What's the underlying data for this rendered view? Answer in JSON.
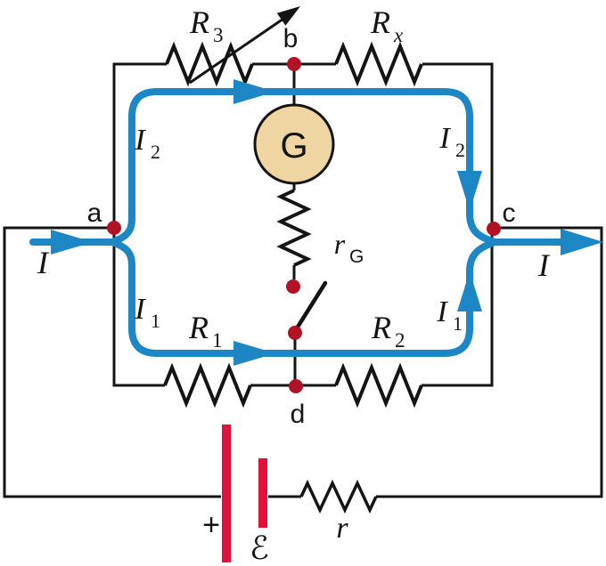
{
  "figure": {
    "title": "Wheatstone bridge circuit diagram",
    "background": "#ffffff"
  },
  "colors": {
    "wire": "#141414",
    "current_path": "#1d86c4",
    "node_dot": "#b21226",
    "battery_plate": "#e3113a",
    "galvanometer_fill": "#efd5a1",
    "label_text": "#141414"
  },
  "labels": {
    "resistors": {
      "r3": {
        "base": "R",
        "sub": "3"
      },
      "rx": {
        "base": "R",
        "sub": "x"
      },
      "r1": {
        "base": "R",
        "sub": "1"
      },
      "r2": {
        "base": "R",
        "sub": "2"
      },
      "r_g": {
        "base": "r",
        "sub": "G"
      },
      "r_internal": "r"
    },
    "currents": {
      "total_in": "I",
      "total_out": "I",
      "i2_left": {
        "base": "I",
        "sub": "2"
      },
      "i2_right": {
        "base": "I",
        "sub": "2"
      },
      "i1_left": {
        "base": "I",
        "sub": "1"
      },
      "i1_right": {
        "base": "I",
        "sub": "1"
      }
    },
    "nodes": {
      "a": "a",
      "b": "b",
      "c": "c",
      "d": "d"
    },
    "galvanometer": "G",
    "battery": {
      "positive": "+",
      "emf": "ℰ"
    }
  }
}
